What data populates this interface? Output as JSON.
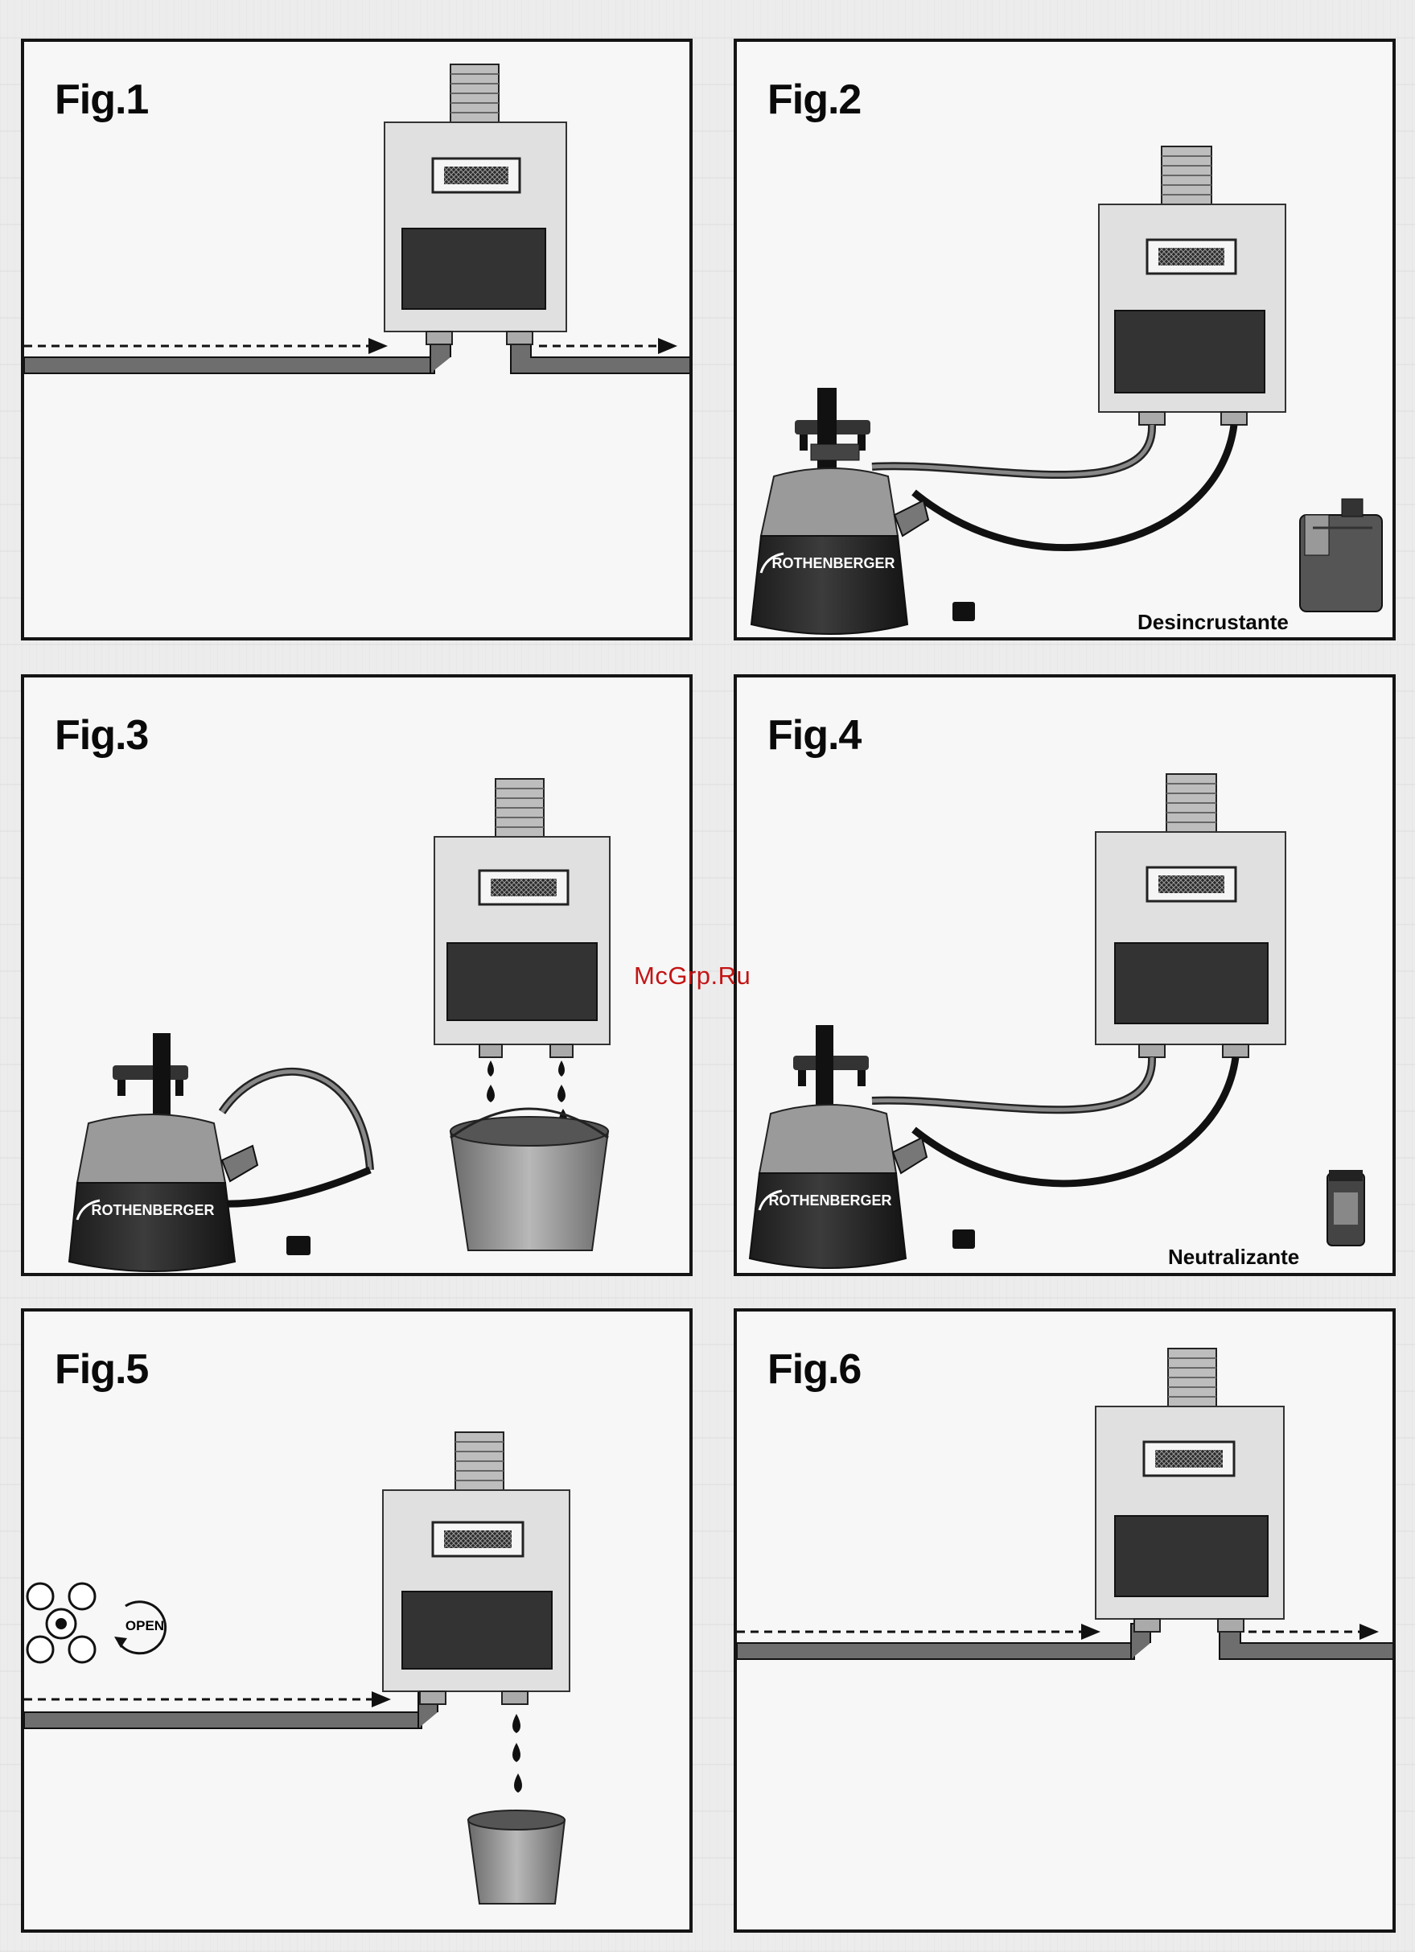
{
  "figures": [
    {
      "label": "Fig.1"
    },
    {
      "label": "Fig.2",
      "product": "Desincrustante"
    },
    {
      "label": "Fig.3"
    },
    {
      "label": "Fig.4",
      "product": "Neutralizante"
    },
    {
      "label": "Fig.5",
      "tap_text": "OPEN"
    },
    {
      "label": "Fig.6"
    }
  ],
  "kettle_brand": "ROTHENBERGER",
  "watermark": "McGrp.Ru"
}
